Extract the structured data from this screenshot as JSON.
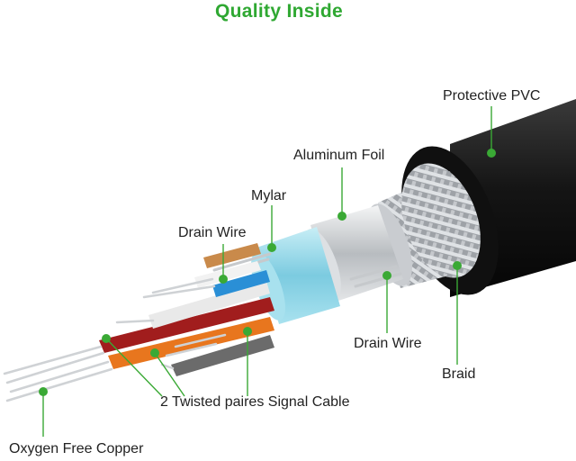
{
  "title": "Quality Inside",
  "labels": {
    "protective_pvc": "Protective PVC",
    "aluminum_foil": "Aluminum Foil",
    "mylar": "Mylar",
    "drain_wire_top": "Drain Wire",
    "drain_wire_bottom": "Drain Wire",
    "braid": "Braid",
    "twisted_pairs": "2 Twisted paires Signal Cable",
    "oxygen_free_copper": "Oxygen Free Copper"
  },
  "colors": {
    "title": "#2fa832",
    "callout": "#3aa935",
    "jacket": "#1b1b1b",
    "braid": "#b9bcc0",
    "foil": "#d9dcdf",
    "mylar": "#8fd6e6",
    "wire_red": "#a11d1d",
    "wire_orange": "#e8761e",
    "wire_blue": "#2a8fd6",
    "wire_white": "#e9e9e9",
    "wire_gray": "#6b6b6b",
    "copper": "#c98a4b"
  }
}
